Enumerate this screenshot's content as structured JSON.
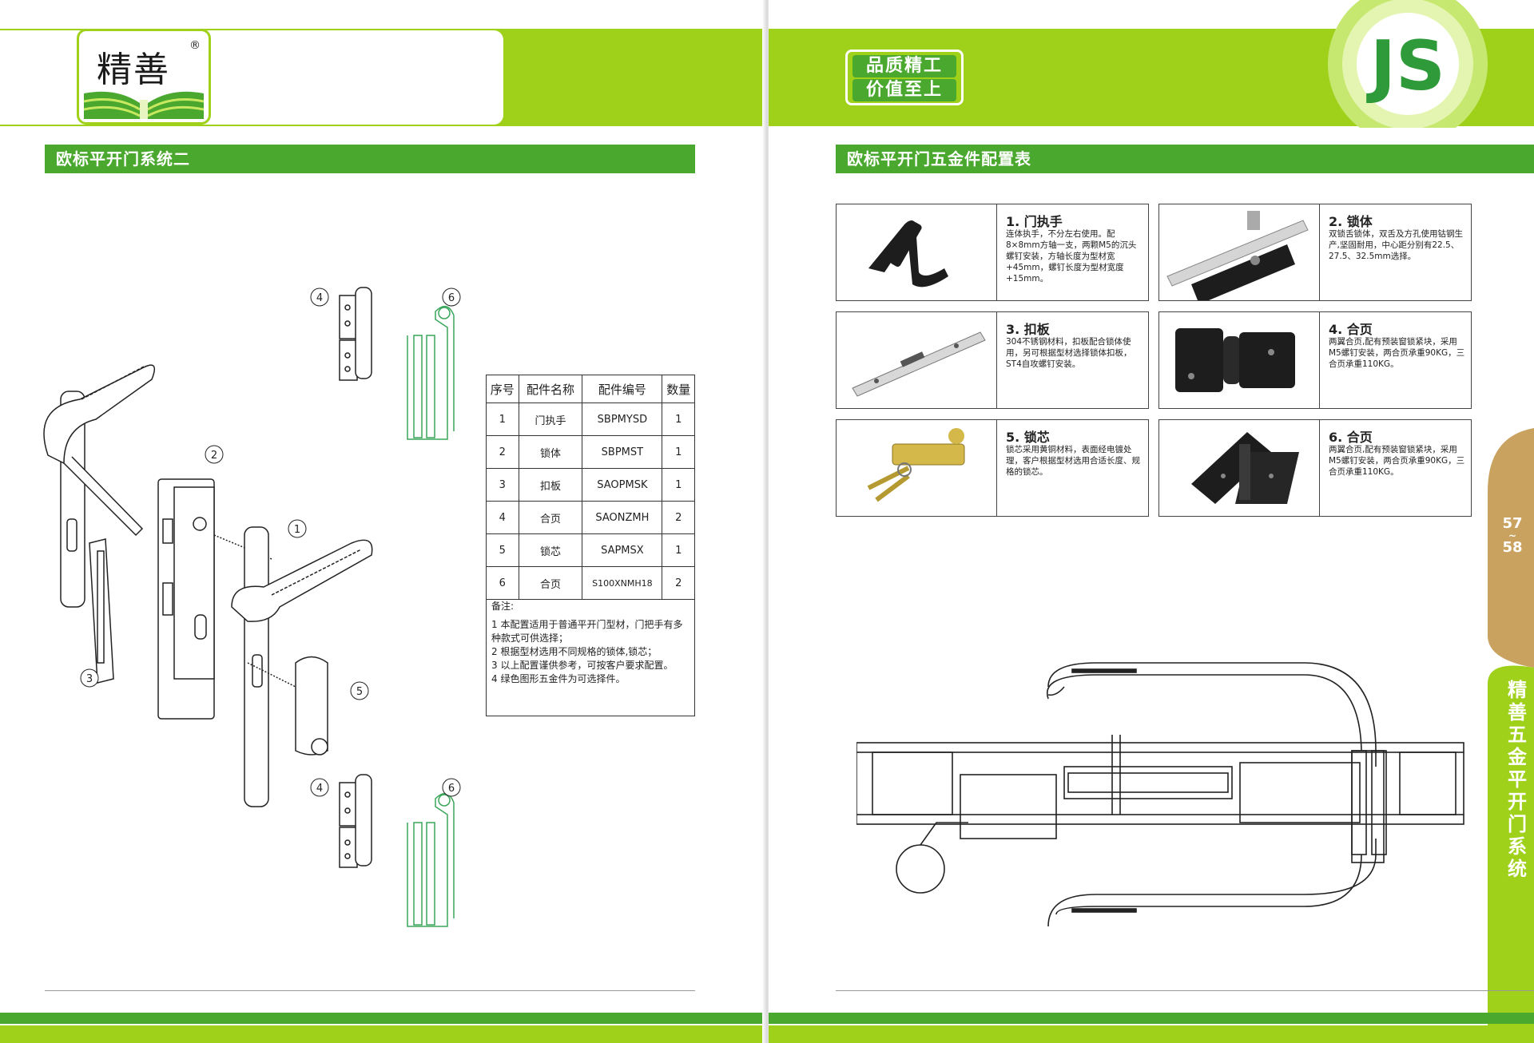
{
  "left": {
    "brand_name": "精善",
    "brand_mark": "®",
    "section_title": "欧标平开门系统二",
    "callouts": [
      "1",
      "2",
      "3",
      "4",
      "5",
      "6"
    ],
    "table": {
      "headers": [
        "序号",
        "配件名称",
        "配件编号",
        "数量"
      ],
      "rows": [
        {
          "no": "1",
          "name": "门执手",
          "code": "SBPMYSD",
          "qty": "1"
        },
        {
          "no": "2",
          "name": "锁体",
          "code": "SBPMST",
          "qty": "1"
        },
        {
          "no": "3",
          "name": "扣板",
          "code": "SAOPMSK",
          "qty": "1"
        },
        {
          "no": "4",
          "name": "合页",
          "code": "SAONZMH",
          "qty": "2"
        },
        {
          "no": "5",
          "name": "锁芯",
          "code": "SAPMSX",
          "qty": "1"
        },
        {
          "no": "6",
          "name": "合页",
          "code": "S100XNMH18",
          "qty": "2"
        }
      ],
      "notes_title": "备注:",
      "notes": [
        "1 本配置适用于普通平开门型材，门把手有多种款式可供选择；",
        "2 根据型材选用不同规格的锁体,锁芯；",
        "3 以上配置谨供参考，可按客户要求配置。",
        "4 绿色图形五金件为可选择件。"
      ]
    }
  },
  "right": {
    "slogan_line1": "品质精工",
    "slogan_line2": "价值至上",
    "logo_letters": "JS",
    "section_title": "欧标平开门五金件配置表",
    "cards": [
      {
        "title": "1. 门执手",
        "desc": "连体执手，不分左右使用。配8×8mm方轴一支，两颗M5的沉头螺钉安装，方轴长度为型材宽+45mm，螺钉长度为型材宽度+15mm。"
      },
      {
        "title": "2. 锁体",
        "desc": "双锁舌锁体，双舌及方孔使用钴钢生产,坚固耐用，中心距分别有22.5、27.5、32.5mm选择。"
      },
      {
        "title": "3. 扣板",
        "desc": "304不锈钢材料，扣板配合锁体使用，另可根据型材选择锁体扣板，ST4自攻螺钉安装。"
      },
      {
        "title": "4. 合页",
        "desc": "两翼合页,配有预装窗锁紧块，采用M5螺钉安装，两合页承重90KG，三合页承重110KG。"
      },
      {
        "title": "5. 锁芯",
        "desc": "锁芯采用黄铜材料，表面经电镀处理，客户根据型材选用合适长度、规格的锁芯。"
      },
      {
        "title": "6. 合页",
        "desc": "两翼合页,配有预装窗锁紧块，采用M5螺钉安装，两合页承重90KG，三合页承重110KG。"
      }
    ],
    "page_top": "57",
    "page_sep": "~",
    "page_bottom": "58",
    "side_label": "精善五金平开门系统"
  },
  "colors": {
    "lime": "#9fd11b",
    "green": "#4aa82e",
    "tan": "#c9a25f"
  }
}
